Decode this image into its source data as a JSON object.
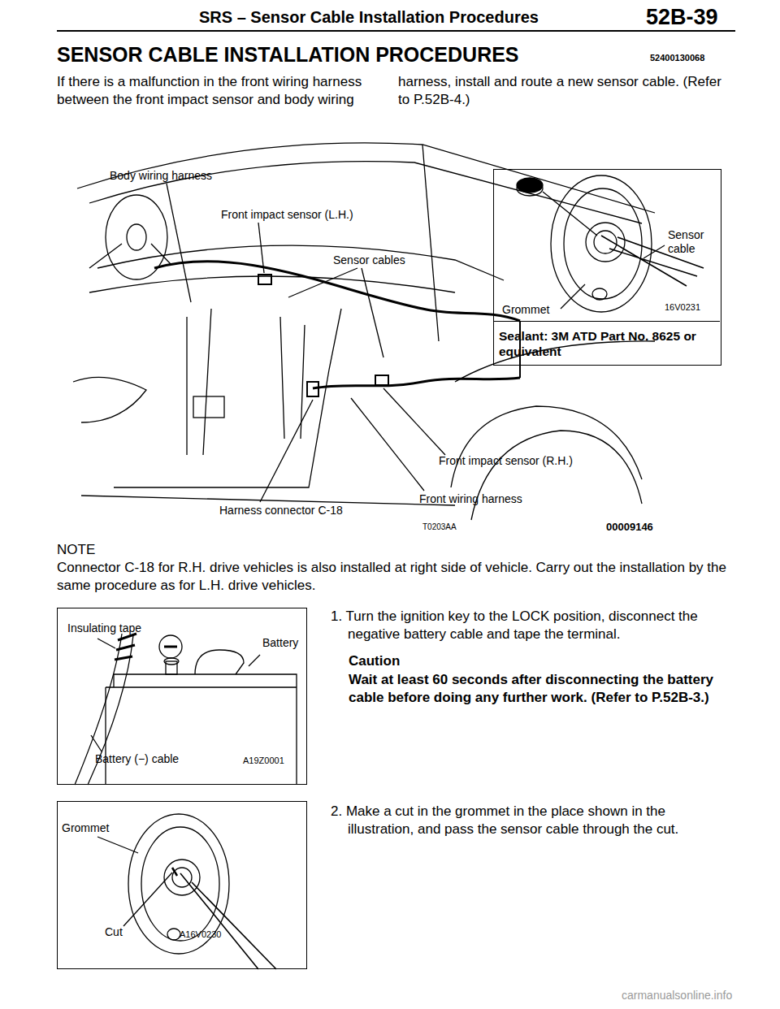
{
  "diagram": {
    "title": "SENSOR CABLE INSTALLATION PROCEDURES",
    "nodes": [
      {
        "text": [
          "Sensor cable",
          "Grommet",
          "16V0231"
        ]
      },
      {
        "text": [
          "Sealant: 3M ATD Part No. 8625 or equivalent"
        ],
        "in": 0
      },
      {
        "text": [
          "Insulating tape",
          "Battery",
          "Battery (−) cable",
          "A19Z0001"
        ]
      },
      {
        "text": [
          "Grommet",
          "Cut",
          "A16V0230"
        ]
      }
    ],
    "labels": [
      "SRS – Sensor Cable Installation Procedures",
      "52B-39",
      "52400130068",
      "If there is a malfunction in the front wiring harness between the front impact sensor and body wiring harness, install and route a new sensor cable. (Refer to P.52B-4.)",
      "Body wiring harness",
      "Front impact sensor (L.H.)",
      "Sensor cables",
      "Front impact sensor (R.H.)",
      "Front wiring harness",
      "Harness connector C-18",
      "T0203AA",
      "00009146",
      "NOTE",
      "Connector C-18 for R.H. drive vehicles is also installed at right side of vehicle. Carry out the installation by the same procedure as for L.H. drive vehicles.",
      "1. Turn the ignition key to the LOCK position, disconnect the negative battery cable and tape the terminal.",
      "Caution",
      "Wait at least 60 seconds after disconnecting the battery cable before doing any further work. (Refer to P.52B-3.)",
      "2. Make a cut in the grommet in the place shown in the illustration, and pass the sensor cable through the cut.",
      "carmanualsonline.info"
    ]
  }
}
